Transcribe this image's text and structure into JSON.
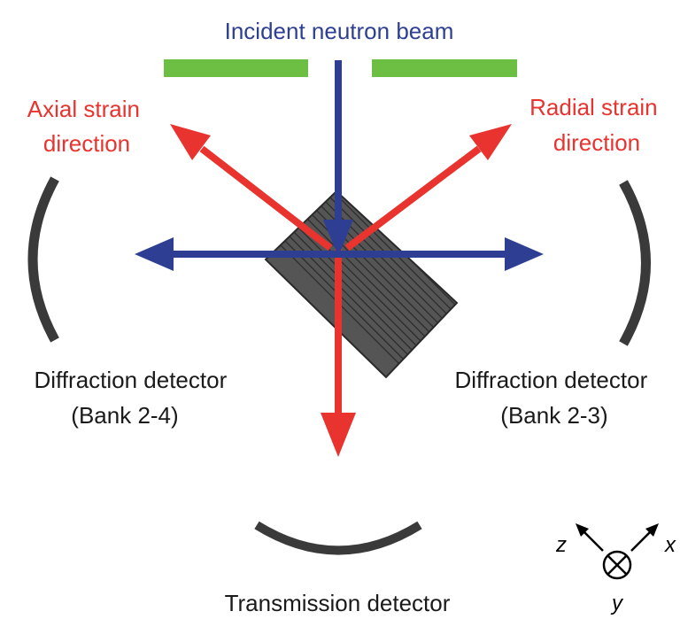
{
  "labels": {
    "incident_beam": "Incident neutron beam",
    "axial_line1": "Axial strain",
    "axial_line2": "direction",
    "radial_line1": "Radial strain",
    "radial_line2": "direction",
    "left_detector_line1": "Diffraction detector",
    "left_detector_line2": "(Bank 2-4)",
    "right_detector_line1": "Diffraction detector",
    "right_detector_line2": "(Bank 2-3)",
    "transmission_detector": "Transmission detector"
  },
  "axes": {
    "z": "z",
    "x": "x",
    "y": "y"
  },
  "colors": {
    "beam_blue": "#2e3f93",
    "strain_red": "#e8332f",
    "slit_green": "#6dbf44",
    "detector_dark": "#3a3a3a",
    "sample_fill": "#555555",
    "text_dark": "#1a1a1a"
  }
}
